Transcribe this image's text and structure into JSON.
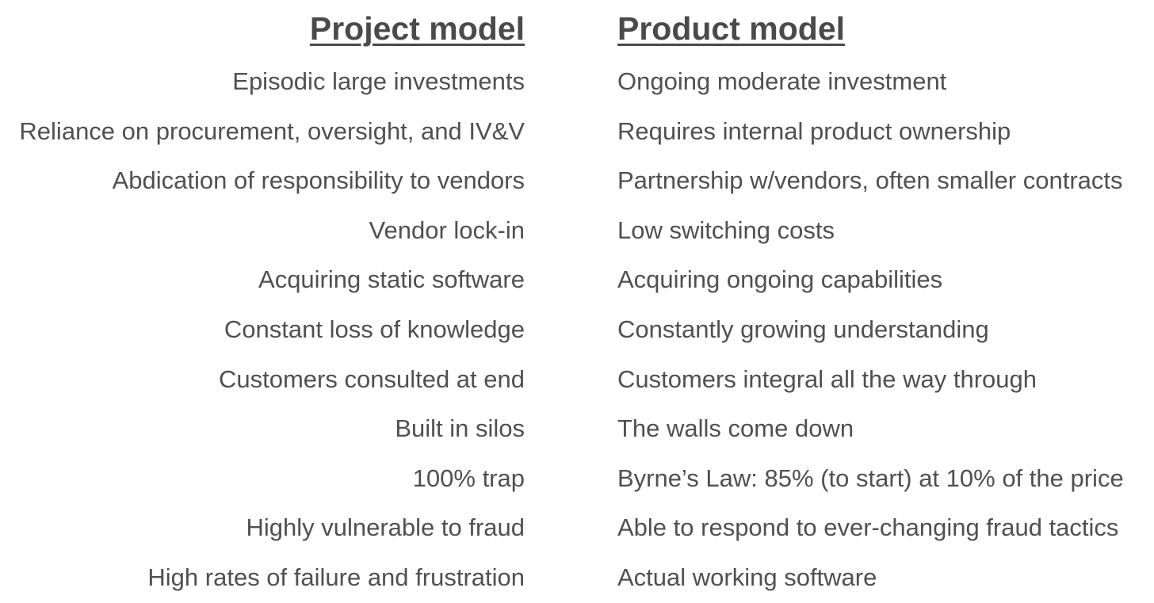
{
  "project": {
    "title": "Project model",
    "items": [
      "Episodic large investments",
      "Reliance on procurement, oversight, and IV&V",
      "Abdication of responsibility to vendors",
      "Vendor lock-in",
      "Acquiring static software",
      "Constant loss of knowledge",
      "Customers consulted at end",
      "Built in silos",
      "100% trap",
      "Highly vulnerable to fraud",
      "High rates of failure and frustration"
    ]
  },
  "product": {
    "title": "Product model",
    "items": [
      "Ongoing moderate investment",
      "Requires internal product ownership",
      "Partnership w/vendors, often smaller contracts",
      "Low switching costs",
      "Acquiring ongoing capabilities",
      "Constantly growing understanding",
      "Customers integral all the way through",
      "The walls come down",
      "Byrne’s Law: 85% (to start) at 10% of the price",
      "Able to respond to ever-changing fraud tactics",
      "Actual working software"
    ]
  }
}
